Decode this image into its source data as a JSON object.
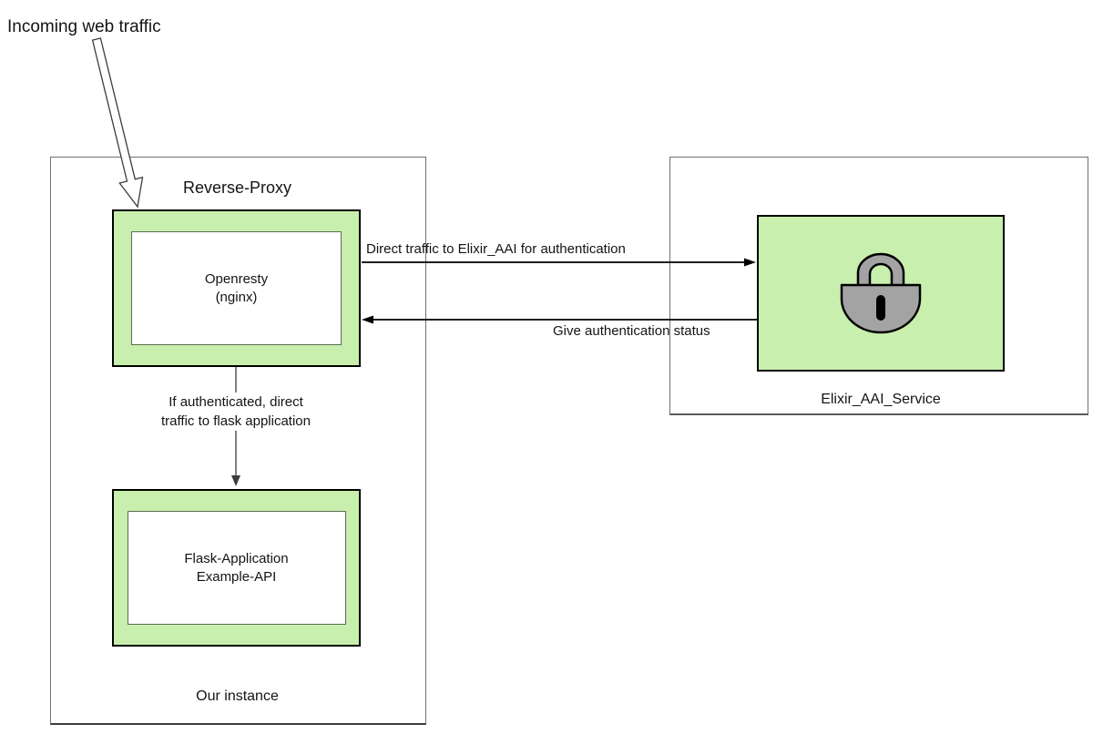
{
  "diagram": {
    "incoming_label": "Incoming web traffic",
    "reverse_proxy": {
      "title": "Reverse-Proxy",
      "footer": "Our instance",
      "openresty": {
        "line1": "Openresty",
        "line2": "(nginx)"
      },
      "flask": {
        "line1": "Flask-Application",
        "line2": "Example-API"
      }
    },
    "elixir_service": {
      "label": "Elixir_AAI_Service",
      "icon": "lock-icon"
    },
    "edges": {
      "to_elixir_label": "Direct traffic to Elixir_AAI for authentication",
      "from_elixir_label": "Give authentication status",
      "to_flask_label_line1": "If authenticated, direct",
      "to_flask_label_line2": "traffic to flask application"
    },
    "colors": {
      "node_fill": "#c8efad",
      "node_border": "#000000",
      "container_border": "#707070",
      "lock_fill": "#a3a3a3",
      "arrow": "#000000",
      "text": "#141414"
    }
  }
}
